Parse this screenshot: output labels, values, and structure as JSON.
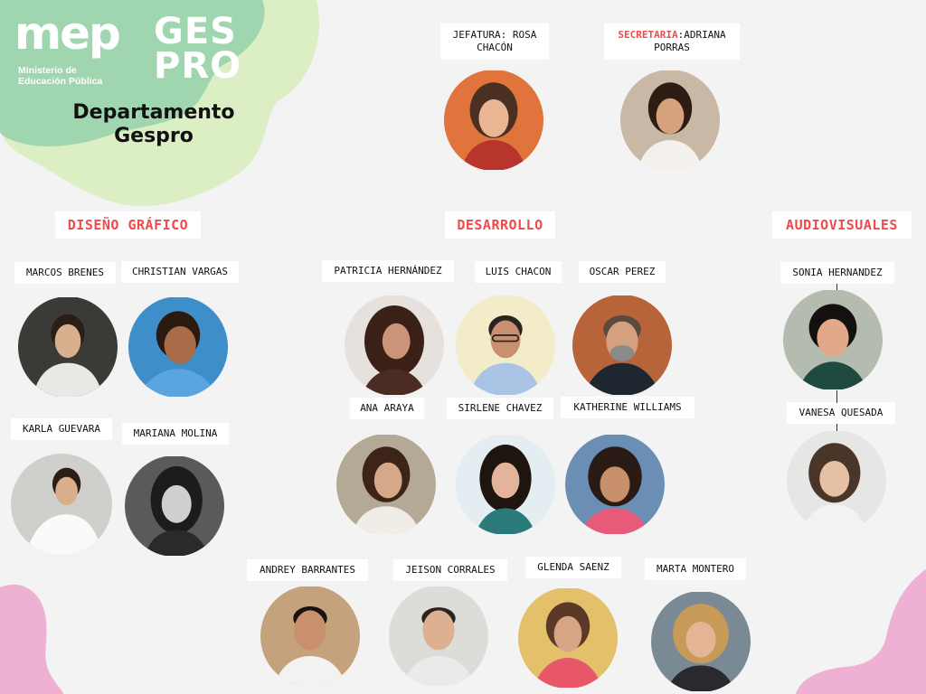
{
  "logo": {
    "mep": "mep",
    "ministry": "Ministerio de Educación Pública",
    "gespro_line1": "GES",
    "gespro_line2": "PRO"
  },
  "title": {
    "line1": "Departamento",
    "line2": "Gespro"
  },
  "leadership": {
    "jefatura_role": "JEFATURA:",
    "jefatura_name": "ROSA CHACÓN",
    "secretaria_role": "SECRETARIA",
    "secretaria_name": ":ADRIANA PORRAS"
  },
  "sections": {
    "diseno": "DISEÑO GRÁFICO",
    "desarrollo": "DESARROLLO",
    "audiovisuales": "AUDIOVISUALES"
  },
  "people": {
    "marcos": "MARCOS BRENES",
    "christian": "CHRISTIAN VARGAS",
    "karla": "KARLA GUEVARA",
    "mariana": "MARIANA MOLINA",
    "patricia": "PATRICIA HERNÁNDEZ",
    "luis": "LUIS CHACON",
    "oscar": "OSCAR PEREZ",
    "ana": "ANA ARAYA",
    "sirlene": "SIRLENE CHAVEZ",
    "katherine": "KATHERINE WILLIAMS",
    "sonia": "SONIA HERNANDEZ",
    "vanesa": "VANESA QUESADA",
    "andrey": "ANDREY BARRANTES",
    "jeison": "JEISON CORRALES",
    "glenda": "GLENDA SAENZ",
    "marta": "MARTA MONTERO"
  },
  "colors": {
    "accent_red": "#f04a4a",
    "blob_green": "#9fd9b4",
    "blob_lime": "#d9f0c0",
    "blob_pink": "#eeb1d4",
    "background": "#f3f3f3"
  }
}
